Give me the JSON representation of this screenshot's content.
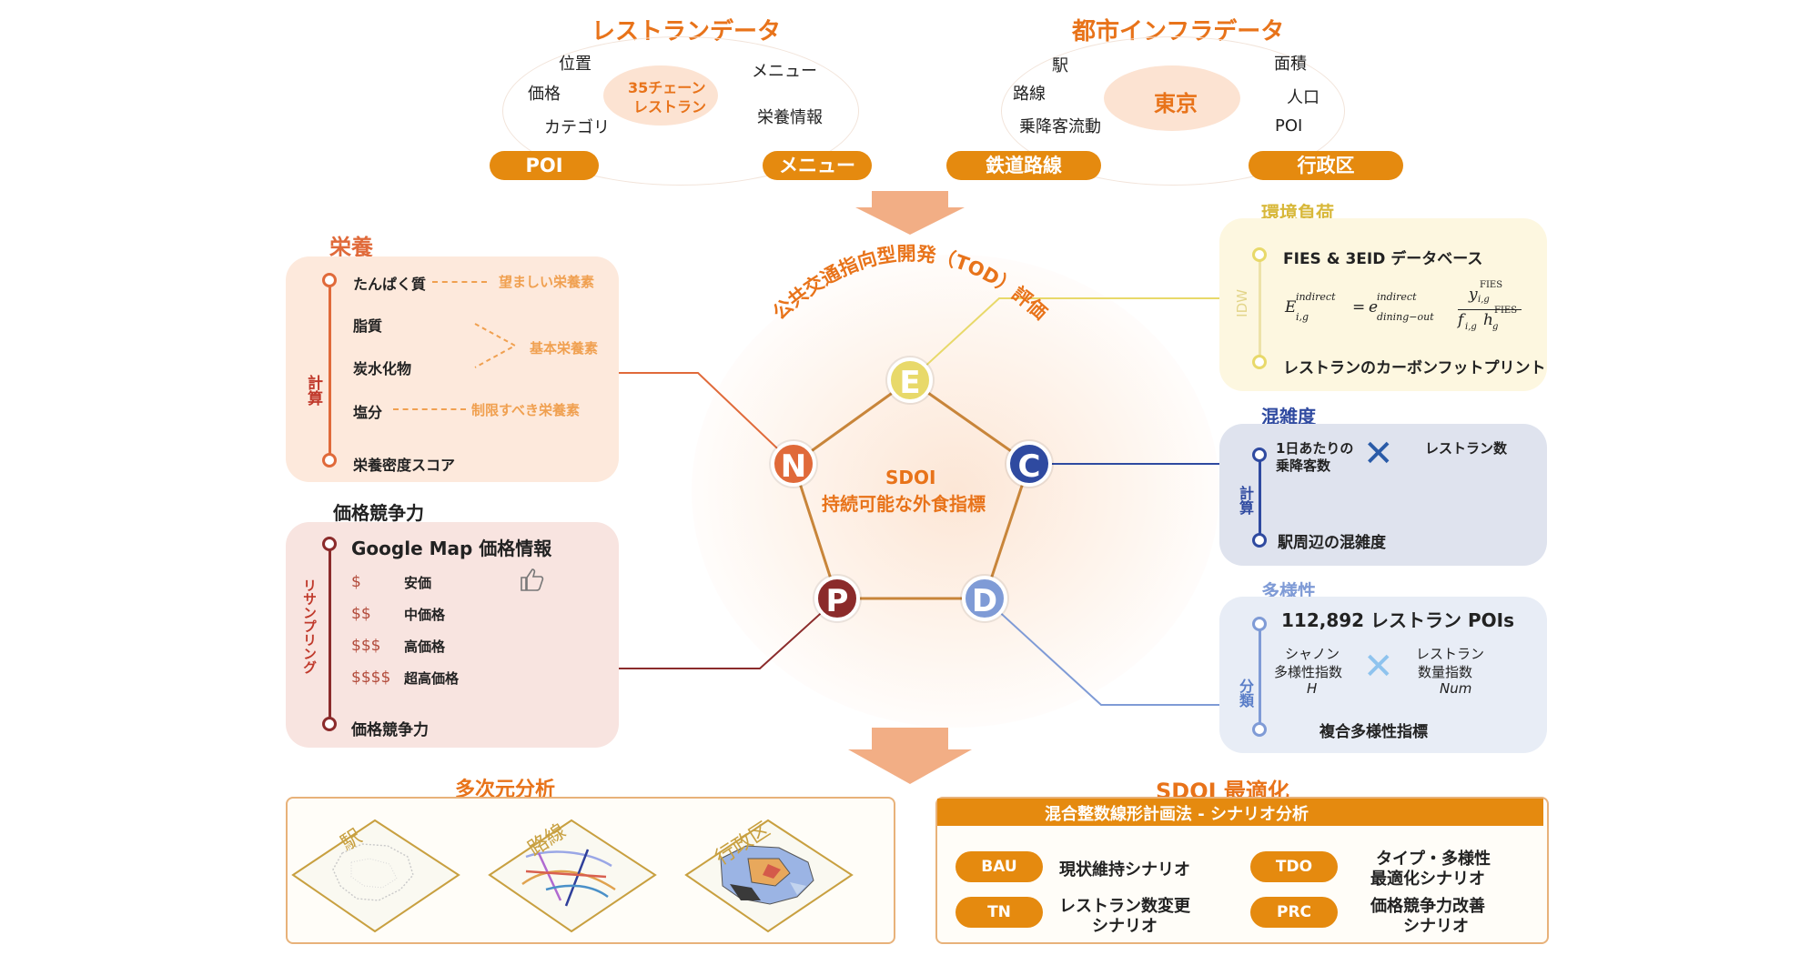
{
  "top": {
    "restaurant": {
      "title": "レストランデータ",
      "center": [
        "35チェーン",
        "レストラン"
      ],
      "items_left": [
        "位置",
        "価格",
        "カテゴリ"
      ],
      "items_right": [
        "メニュー",
        "栄養情報"
      ],
      "pills": [
        "POI",
        "メニュー"
      ]
    },
    "infra": {
      "title": "都市インフラデータ",
      "center": "東京",
      "items_left": [
        "駅",
        "路線",
        "乗降客流動"
      ],
      "items_right": [
        "面積",
        "人口",
        "POI"
      ],
      "pills": [
        "鉄道路線",
        "行政区"
      ]
    }
  },
  "center": {
    "tod_title": "公共交通指向型開発（TOD）評価",
    "sdoi_line1": "SDOI",
    "sdoi_line2": "持続可能な外食指標",
    "nodes": {
      "E": "E",
      "C": "C",
      "D": "D",
      "P": "P",
      "N": "N"
    }
  },
  "nutrition": {
    "title": "栄養",
    "side_label": "計算",
    "items": [
      "たんぱく質",
      "脂質",
      "炭水化物",
      "塩分",
      "栄養密度スコア"
    ],
    "tags": [
      "望ましい栄養素",
      "基本栄養素",
      "制限すべき栄養素"
    ]
  },
  "price": {
    "title": "価格競争力",
    "side_label": "リサンプリング",
    "source": "Google Map 価格情報",
    "symbols": [
      "$",
      "$$",
      "$$$",
      "$$$$"
    ],
    "labels": [
      "安価",
      "中価格",
      "高価格",
      "超高価格"
    ],
    "result": "価格競争力",
    "thumb_icon": "thumbs-up-icon"
  },
  "env": {
    "title": "環境負荷",
    "side_label": "IDW",
    "db": "FIES & 3EID データベース",
    "formula_lhs": "E",
    "formula_lhs_sup": "indirect",
    "formula_lhs_sub": "i,g",
    "formula_e": "e",
    "formula_e_sup": "indirect",
    "formula_e_sub": "dining−out",
    "formula_num": "y",
    "formula_num_sub": "i,g",
    "formula_num_sup": "FIES",
    "formula_den_f": "f",
    "formula_den_f_sub": "i,g",
    "formula_den_h": "h",
    "formula_den_h_sub": "g",
    "formula_den_sup": "FIES",
    "result": "レストランのカーボンフットプリント"
  },
  "congestion": {
    "title": "混雑度",
    "side_label": "計算",
    "item1_line1": "1日あたりの",
    "item1_line2": "乗降客数",
    "item2": "レストラン数",
    "result": "駅周辺の混雑度"
  },
  "diversity": {
    "title": "多様性",
    "side_label": "分類",
    "pois": "112,892 レストラン POIs",
    "left": [
      "シャノン",
      "多様性指数",
      "H"
    ],
    "right": [
      "レストラン",
      "数量指数",
      "Num"
    ],
    "result": "複合多様性指標"
  },
  "bottom_left": {
    "title": "多次元分析",
    "maps": [
      "駅",
      "路線",
      "行政区"
    ]
  },
  "bottom_right": {
    "title": "SDOI 最適化",
    "banner": "混合整数線形計画法 - シナリオ分析",
    "scenarios": [
      {
        "code": "BAU",
        "label": [
          "現状維持シナリオ"
        ]
      },
      {
        "code": "TN",
        "label": [
          "レストラン数変更",
          "シナリオ"
        ]
      },
      {
        "code": "TDO",
        "label": [
          "タイプ・多様性",
          "最適化シナリオ"
        ]
      },
      {
        "code": "PRC",
        "label": [
          "価格競争力改善",
          "シナリオ"
        ]
      }
    ]
  },
  "colors": {
    "orange": "#e58a0f",
    "N": "#e06a3a",
    "E": "#e8d96a",
    "C": "#2f4aa0",
    "D": "#7f9bd6",
    "P": "#8b2b2b"
  }
}
